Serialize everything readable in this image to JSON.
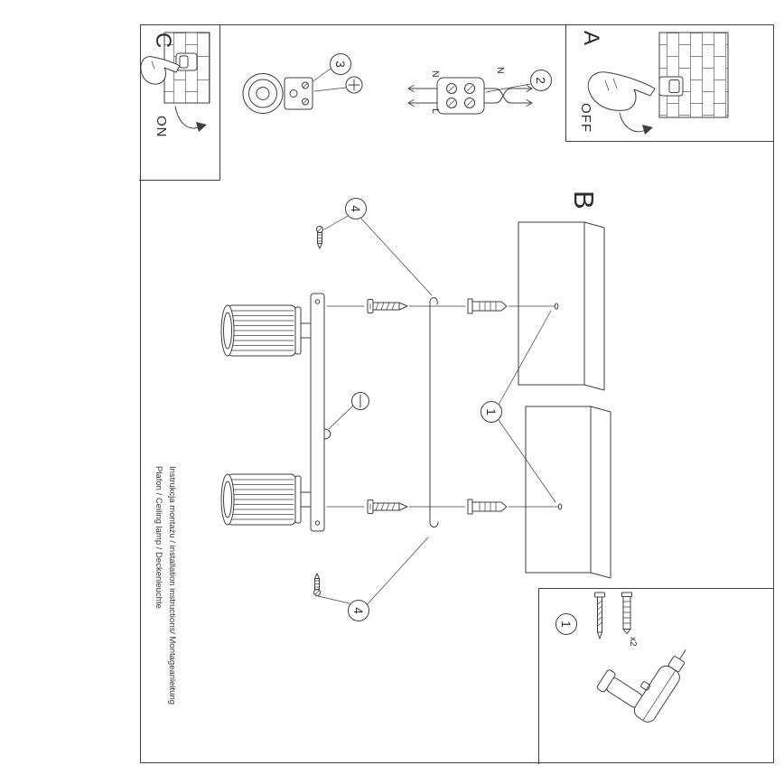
{
  "page": {
    "line_color": "#3f3f3f",
    "background": "#ffffff"
  },
  "corner_boxes": {
    "off_box": {
      "letter": "A",
      "state": "OFF"
    },
    "on_box": {
      "letter": "C",
      "state": "ON"
    }
  },
  "main": {
    "section_letter": "B"
  },
  "step_badges": {
    "one": "1",
    "two": "2",
    "three": "3",
    "four": "4"
  },
  "wiring_labels": {
    "neutral_in": "N",
    "live_in": "L",
    "neutral_out": "N"
  },
  "parts_box": {
    "badge": "1",
    "quantity": "x2"
  },
  "footer": {
    "line1": "Instrukcja montażu / installation instructions/ Montageanleitung",
    "line2": "Plafon / Ceiling lamp / Deckenleuchte"
  }
}
